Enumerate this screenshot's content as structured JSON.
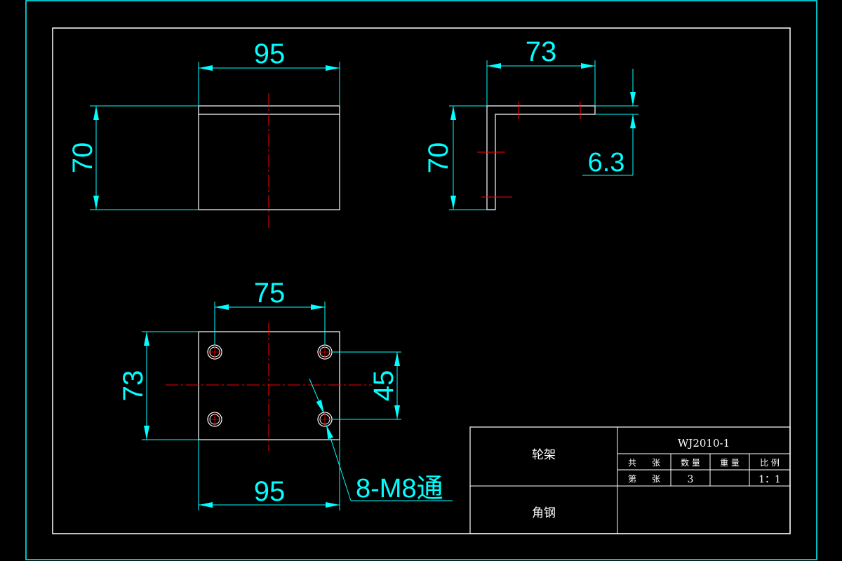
{
  "drawing": {
    "dimensions": {
      "front_width": "95",
      "front_height": "70",
      "side_width": "73",
      "side_height": "70",
      "side_thickness": "6.3",
      "bottom_hole_spacing": "75",
      "bottom_height": "73",
      "bottom_hole_vertical": "45",
      "bottom_width": "95",
      "hole_callout": "8-M8通"
    },
    "title_block": {
      "part_name": "轮架",
      "material": "角钢",
      "drawing_number": "WJ2010-1",
      "headers": [
        "共",
        "张",
        "数 量",
        "重 量",
        "比 例"
      ],
      "row2": [
        "第",
        "张",
        "3",
        "",
        "1：1"
      ]
    },
    "colors": {
      "background": "#000000",
      "outline": "#ffffff",
      "dimension": "#00ffff",
      "centerline": "#ff0000"
    }
  }
}
